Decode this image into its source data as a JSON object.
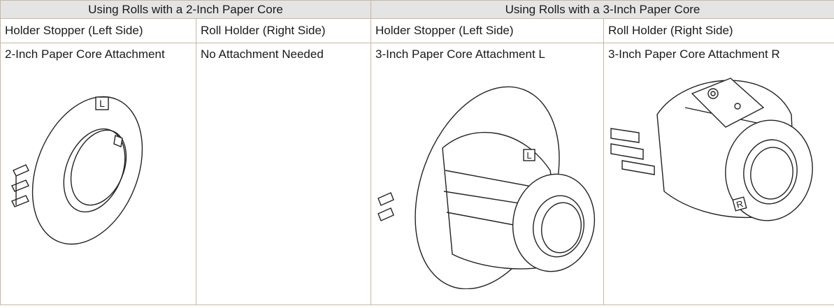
{
  "groups": [
    {
      "label": "Using Rolls with a 2-Inch Paper Core"
    },
    {
      "label": "Using Rolls with a 3-Inch Paper Core"
    }
  ],
  "columns": [
    {
      "label": "Holder Stopper (Left Side)"
    },
    {
      "label": "Roll Holder (Right Side)"
    },
    {
      "label": "Holder Stopper (Left Side)"
    },
    {
      "label": "Roll Holder (Right Side)"
    }
  ],
  "cells": [
    {
      "title": "2-Inch Paper Core Attachment",
      "marker": "L"
    },
    {
      "title": "No Attachment Needed"
    },
    {
      "title": "3-Inch Paper Core Attachment L",
      "marker": "L"
    },
    {
      "title": "3-Inch Paper Core Attachment R",
      "marker": "R"
    }
  ],
  "colors": {
    "header_bg": "#e4e4e4",
    "border": "#c9b89d"
  }
}
